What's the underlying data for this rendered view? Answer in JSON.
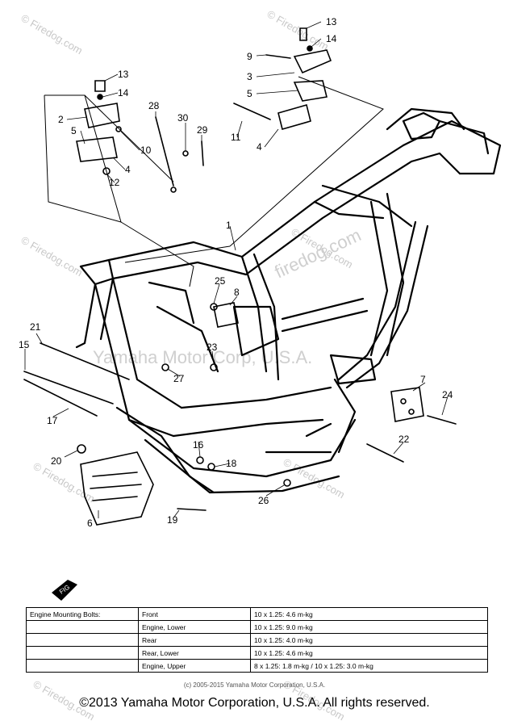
{
  "watermark": "© Firedog.com",
  "watermark_center": "Yamaha Motor Corp, U.S.A.",
  "watermark_site": "firedog.com",
  "callouts": [
    "13",
    "14",
    "9",
    "3",
    "5",
    "11",
    "4",
    "13",
    "14",
    "2",
    "5",
    "10",
    "4",
    "12",
    "28",
    "30",
    "29",
    "1",
    "25",
    "8",
    "21",
    "15",
    "23",
    "27",
    "7",
    "24",
    "17",
    "16",
    "18",
    "22",
    "20",
    "19",
    "26",
    "6"
  ],
  "fig_label": "FIG",
  "spec_table": {
    "rows": [
      [
        "Engine Mounting Bolts:",
        "Front",
        "10 x 1.25: 4.6 m-kg"
      ],
      [
        "",
        "Engine, Lower",
        "10 x 1.25: 9.0 m-kg"
      ],
      [
        "",
        "Rear",
        "10 x 1.25: 4.0 m-kg"
      ],
      [
        "",
        "Rear, Lower",
        "10 x 1.25: 4.6 m-kg"
      ],
      [
        "",
        "Engine, Upper",
        "8 x 1.25: 1.8 m-kg / 10 x 1.25: 3.0 m-kg"
      ]
    ]
  },
  "copyright_small": "(c) 2005-2015 Yamaha Motor Corporation, U.S.A.",
  "copyright": "©2013 Yamaha Motor Corporation, U.S.A. All rights reserved."
}
